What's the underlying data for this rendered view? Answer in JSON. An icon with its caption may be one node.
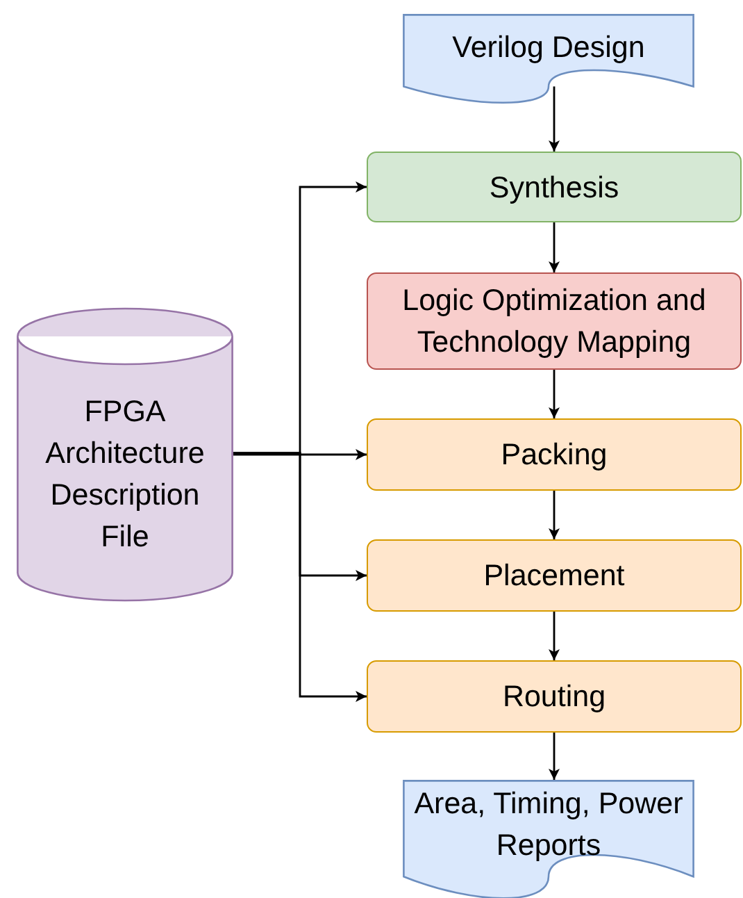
{
  "diagram": {
    "nodes": [
      {
        "text": [
          "Verilog Design"
        ]
      },
      {
        "text": [
          "Synthesis"
        ]
      },
      {
        "text": [
          "Logic Optimization and Technology Mapping"
        ]
      },
      {
        "text": [
          "Packing"
        ]
      },
      {
        "text": [
          "Placement"
        ]
      },
      {
        "text": [
          "Routing"
        ]
      },
      {
        "text": [
          "Area, Timing, Power Reports"
        ]
      },
      {
        "text": [
          "FPGA Architecture Description File"
        ]
      }
    ],
    "edges": [
      {
        "from": 0,
        "to": 1,
        "arrow": "to"
      },
      {
        "from": 1,
        "to": 2,
        "arrow": "to"
      },
      {
        "from": 2,
        "to": 3,
        "arrow": "to"
      },
      {
        "from": 3,
        "to": 4,
        "arrow": "to"
      },
      {
        "from": 4,
        "to": 5,
        "arrow": "to"
      },
      {
        "from": 5,
        "to": 6,
        "arrow": "to"
      },
      {
        "from": 7,
        "to": 1,
        "arrow": "to"
      },
      {
        "from": 7,
        "to": 3,
        "arrow": "to"
      },
      {
        "from": 7,
        "to": 4,
        "arrow": "to"
      },
      {
        "from": 7,
        "to": 5,
        "arrow": "to"
      }
    ]
  }
}
